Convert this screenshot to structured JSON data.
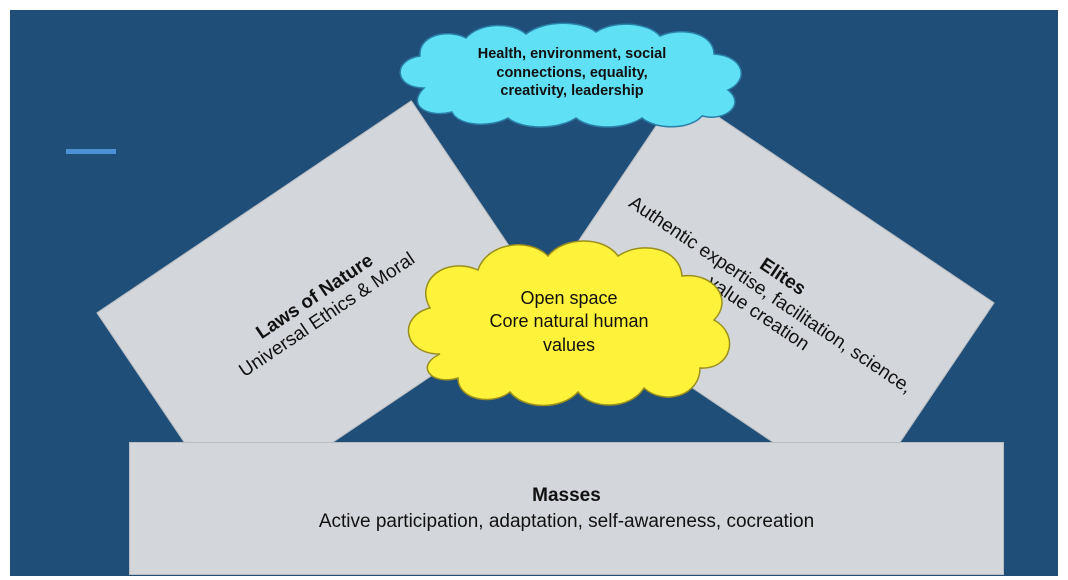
{
  "colors": {
    "background": "#1f4e79",
    "box_fill": "#d3d6da",
    "top_cloud": "#5fe0f4",
    "center_cloud": "#fff23a",
    "accent": "#4d90d6"
  },
  "top_cloud": {
    "lines": [
      "Health, environment, social",
      "connections, equality,",
      "creativity, leadership"
    ]
  },
  "left_bar": {
    "title": "Laws of Nature",
    "body": "Universal Ethics & Moral"
  },
  "right_bar": {
    "title": "Elites",
    "body_lines": [
      "Authentic expertise, facilitation, science,",
      "value creation"
    ]
  },
  "center_cloud": {
    "lines": [
      "Open space",
      "Core natural human",
      "values"
    ]
  },
  "masses": {
    "title": "Masses",
    "body": "Active participation, adaptation, self-awareness, cocreation"
  }
}
